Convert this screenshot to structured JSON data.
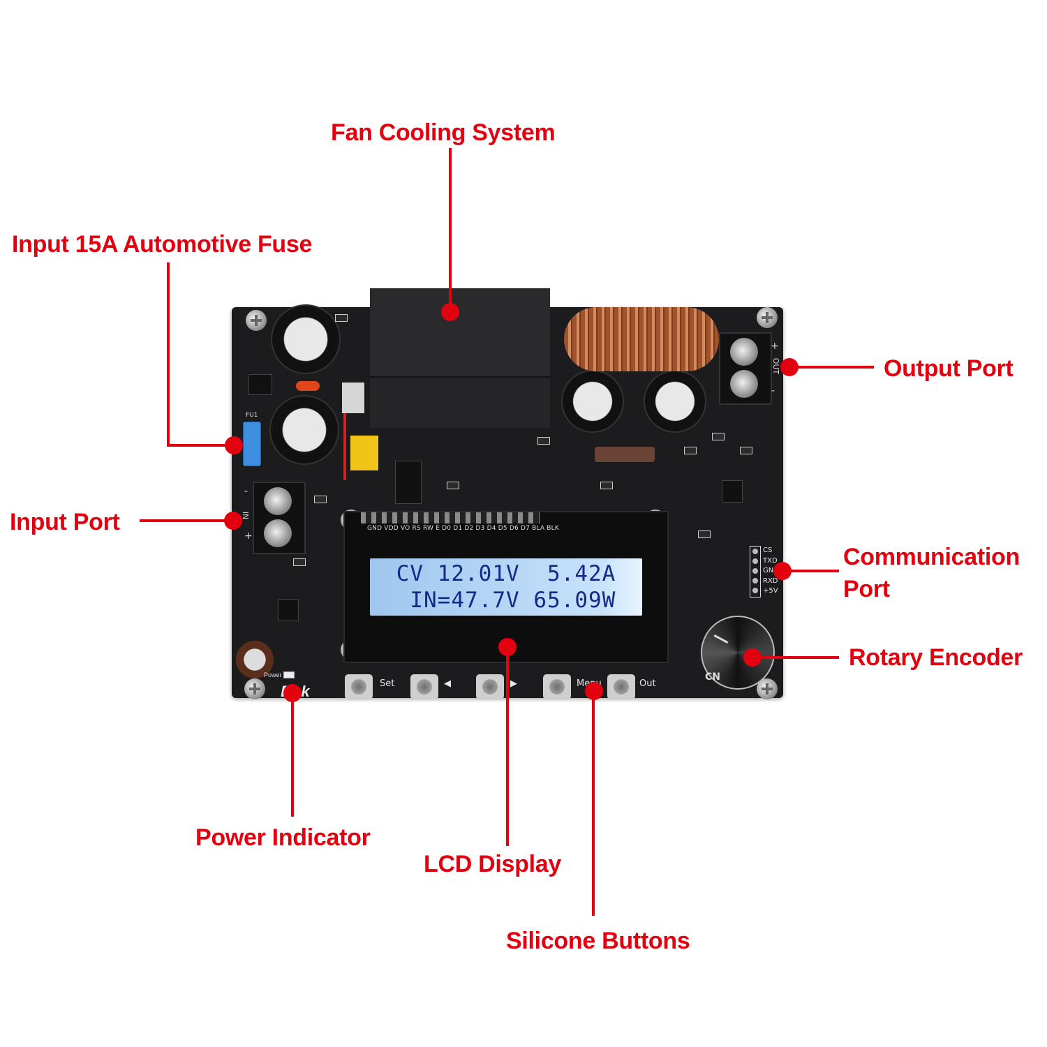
{
  "callouts": {
    "fan_cooling_system": "Fan Cooling System",
    "input_fuse": "Input 15A Automotive Fuse",
    "output_port": "Output Port",
    "input_port": "Input Port",
    "communication_port_line1": "Communication",
    "communication_port_line2": "Port",
    "rotary_encoder": "Rotary Encoder",
    "power_indicator": "Power Indicator",
    "lcd_display": "LCD Display",
    "silicone_buttons": "Silicone Buttons"
  },
  "lcd": {
    "row1": "CV 12.01V  5.42A",
    "row2": " IN=47.7V 65.09W"
  },
  "lcd_pins": "GND VDD VO RS RW E D0 D1 D2 D3 D4 D5 D6 D7 BLA BLK",
  "buttons": [
    {
      "label": "Set"
    },
    {
      "label": "◀"
    },
    {
      "label": "▶"
    },
    {
      "label": "Menu"
    },
    {
      "label": "Out"
    }
  ],
  "comm_port_pins": [
    "CS",
    "TXD",
    "GND",
    "RXD",
    "+5V"
  ],
  "terminals": {
    "output": {
      "label": "OUT",
      "plus": "+",
      "minus": "-"
    },
    "input": {
      "label": "IN",
      "plus": "+",
      "minus": "-"
    }
  },
  "board_labels": {
    "brand": "Dok",
    "power": "Power",
    "fuse": "FU1",
    "encoder": "CN"
  },
  "colors": {
    "callout_red": "#e3000f",
    "pcb_black": "#1c1c1e",
    "lcd_backlight": "#b8d6f5",
    "lcd_text": "#15298a"
  }
}
